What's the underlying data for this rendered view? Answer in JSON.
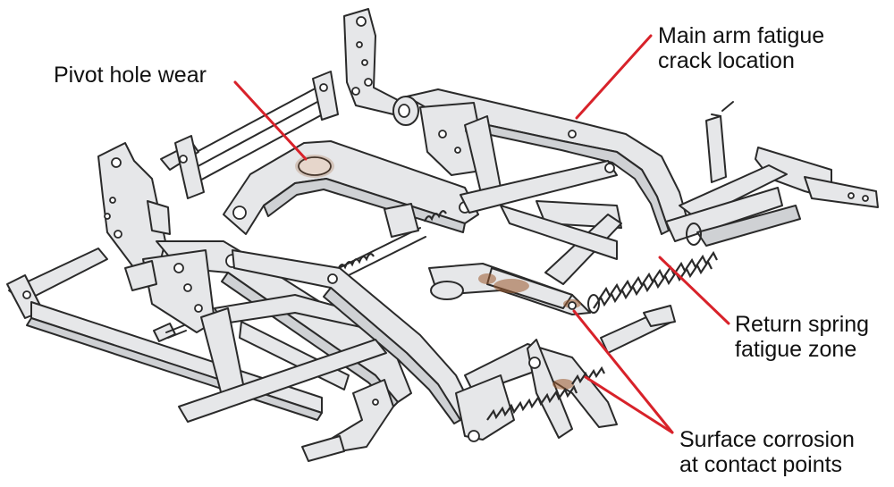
{
  "callouts": {
    "pivot_hole": {
      "lines": [
        "Pivot hole wear"
      ]
    },
    "main_arm": {
      "lines": [
        "Main arm fatigue",
        "crack location"
      ]
    },
    "return_spring": {
      "lines": [
        "Return spring",
        "fatigue zone"
      ]
    },
    "corrosion": {
      "lines": [
        "Surface corrosion",
        "at contact points"
      ]
    }
  },
  "colors": {
    "frame_fill": "#e6e7e9",
    "frame_shade": "#cfd1d4",
    "outline": "#2a2a2a",
    "leader": "#d8222a",
    "rust": "#9a5a2e",
    "text": "#111111"
  }
}
